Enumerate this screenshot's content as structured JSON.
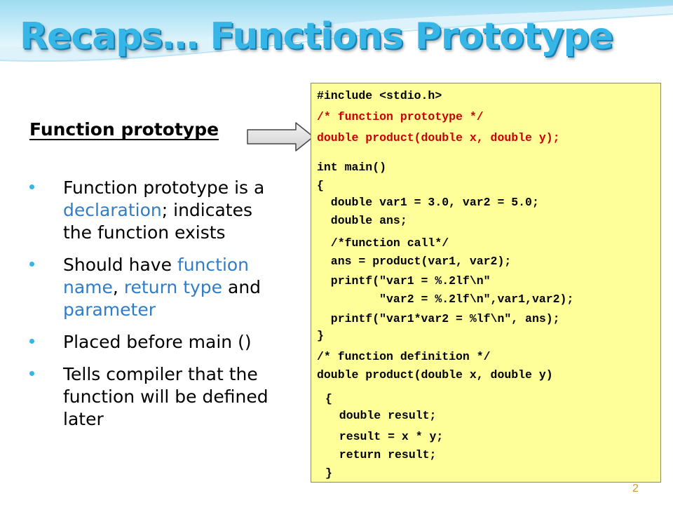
{
  "slide": {
    "title": "Recaps… Functions Prototype",
    "subtitle": "Function prototype",
    "bullets": [
      [
        {
          "t": "Function prototype is a "
        },
        {
          "t": "declaration",
          "hl": true
        },
        {
          "t": "; indicates the function exists"
        }
      ],
      [
        {
          "t": "Should have "
        },
        {
          "t": "function name",
          "hl": true
        },
        {
          "t": ", "
        },
        {
          "t": "return type",
          "hl": true
        },
        {
          "t": " and "
        },
        {
          "t": "parameter",
          "hl": true
        }
      ],
      [
        {
          "t": "Placed before main ()"
        }
      ],
      [
        {
          "t": "Tells compiler that the  function will be defined later"
        }
      ]
    ],
    "code": [
      {
        "text": "#include <stdio.h>",
        "color": "black"
      },
      {
        "text": "/* function prototype */",
        "color": "red"
      },
      {
        "text": "double product(double x, double y);",
        "color": "red"
      },
      {
        "text": "int main()",
        "color": "black"
      },
      {
        "text": "{",
        "color": "black"
      },
      {
        "text": "  double var1 = 3.0, var2 = 5.0;",
        "color": "black"
      },
      {
        "text": "  double ans;",
        "color": "black"
      },
      {
        "text": "  /*function call*/",
        "color": "black"
      },
      {
        "text": "  ans = product(var1, var2);",
        "color": "black"
      },
      {
        "text": "  printf(\"var1 = %.2lf\\n\"",
        "color": "black"
      },
      {
        "text": "         \"var2 = %.2lf\\n\",var1,var2);",
        "color": "black"
      },
      {
        "text": "  printf(\"var1*var2 = %lf\\n\", ans);",
        "color": "black"
      },
      {
        "text": "}",
        "color": "black"
      },
      {
        "text": "/* function definition */",
        "color": "black"
      },
      {
        "text": "double product(double x, double y)",
        "color": "black"
      },
      {
        "text": "{",
        "color": "black"
      },
      {
        "text": "  double result;",
        "color": "black"
      },
      {
        "text": "  result = x * y;",
        "color": "black"
      },
      {
        "text": "  return result;",
        "color": "black"
      },
      {
        "text": "}",
        "color": "black"
      }
    ],
    "page_number": "2",
    "colors": {
      "title": "#35b6e6",
      "highlight": "#2f7dc8",
      "code_background": "#ffff99",
      "code_red": "#cc0000",
      "page_number": "#d69a2a"
    }
  }
}
